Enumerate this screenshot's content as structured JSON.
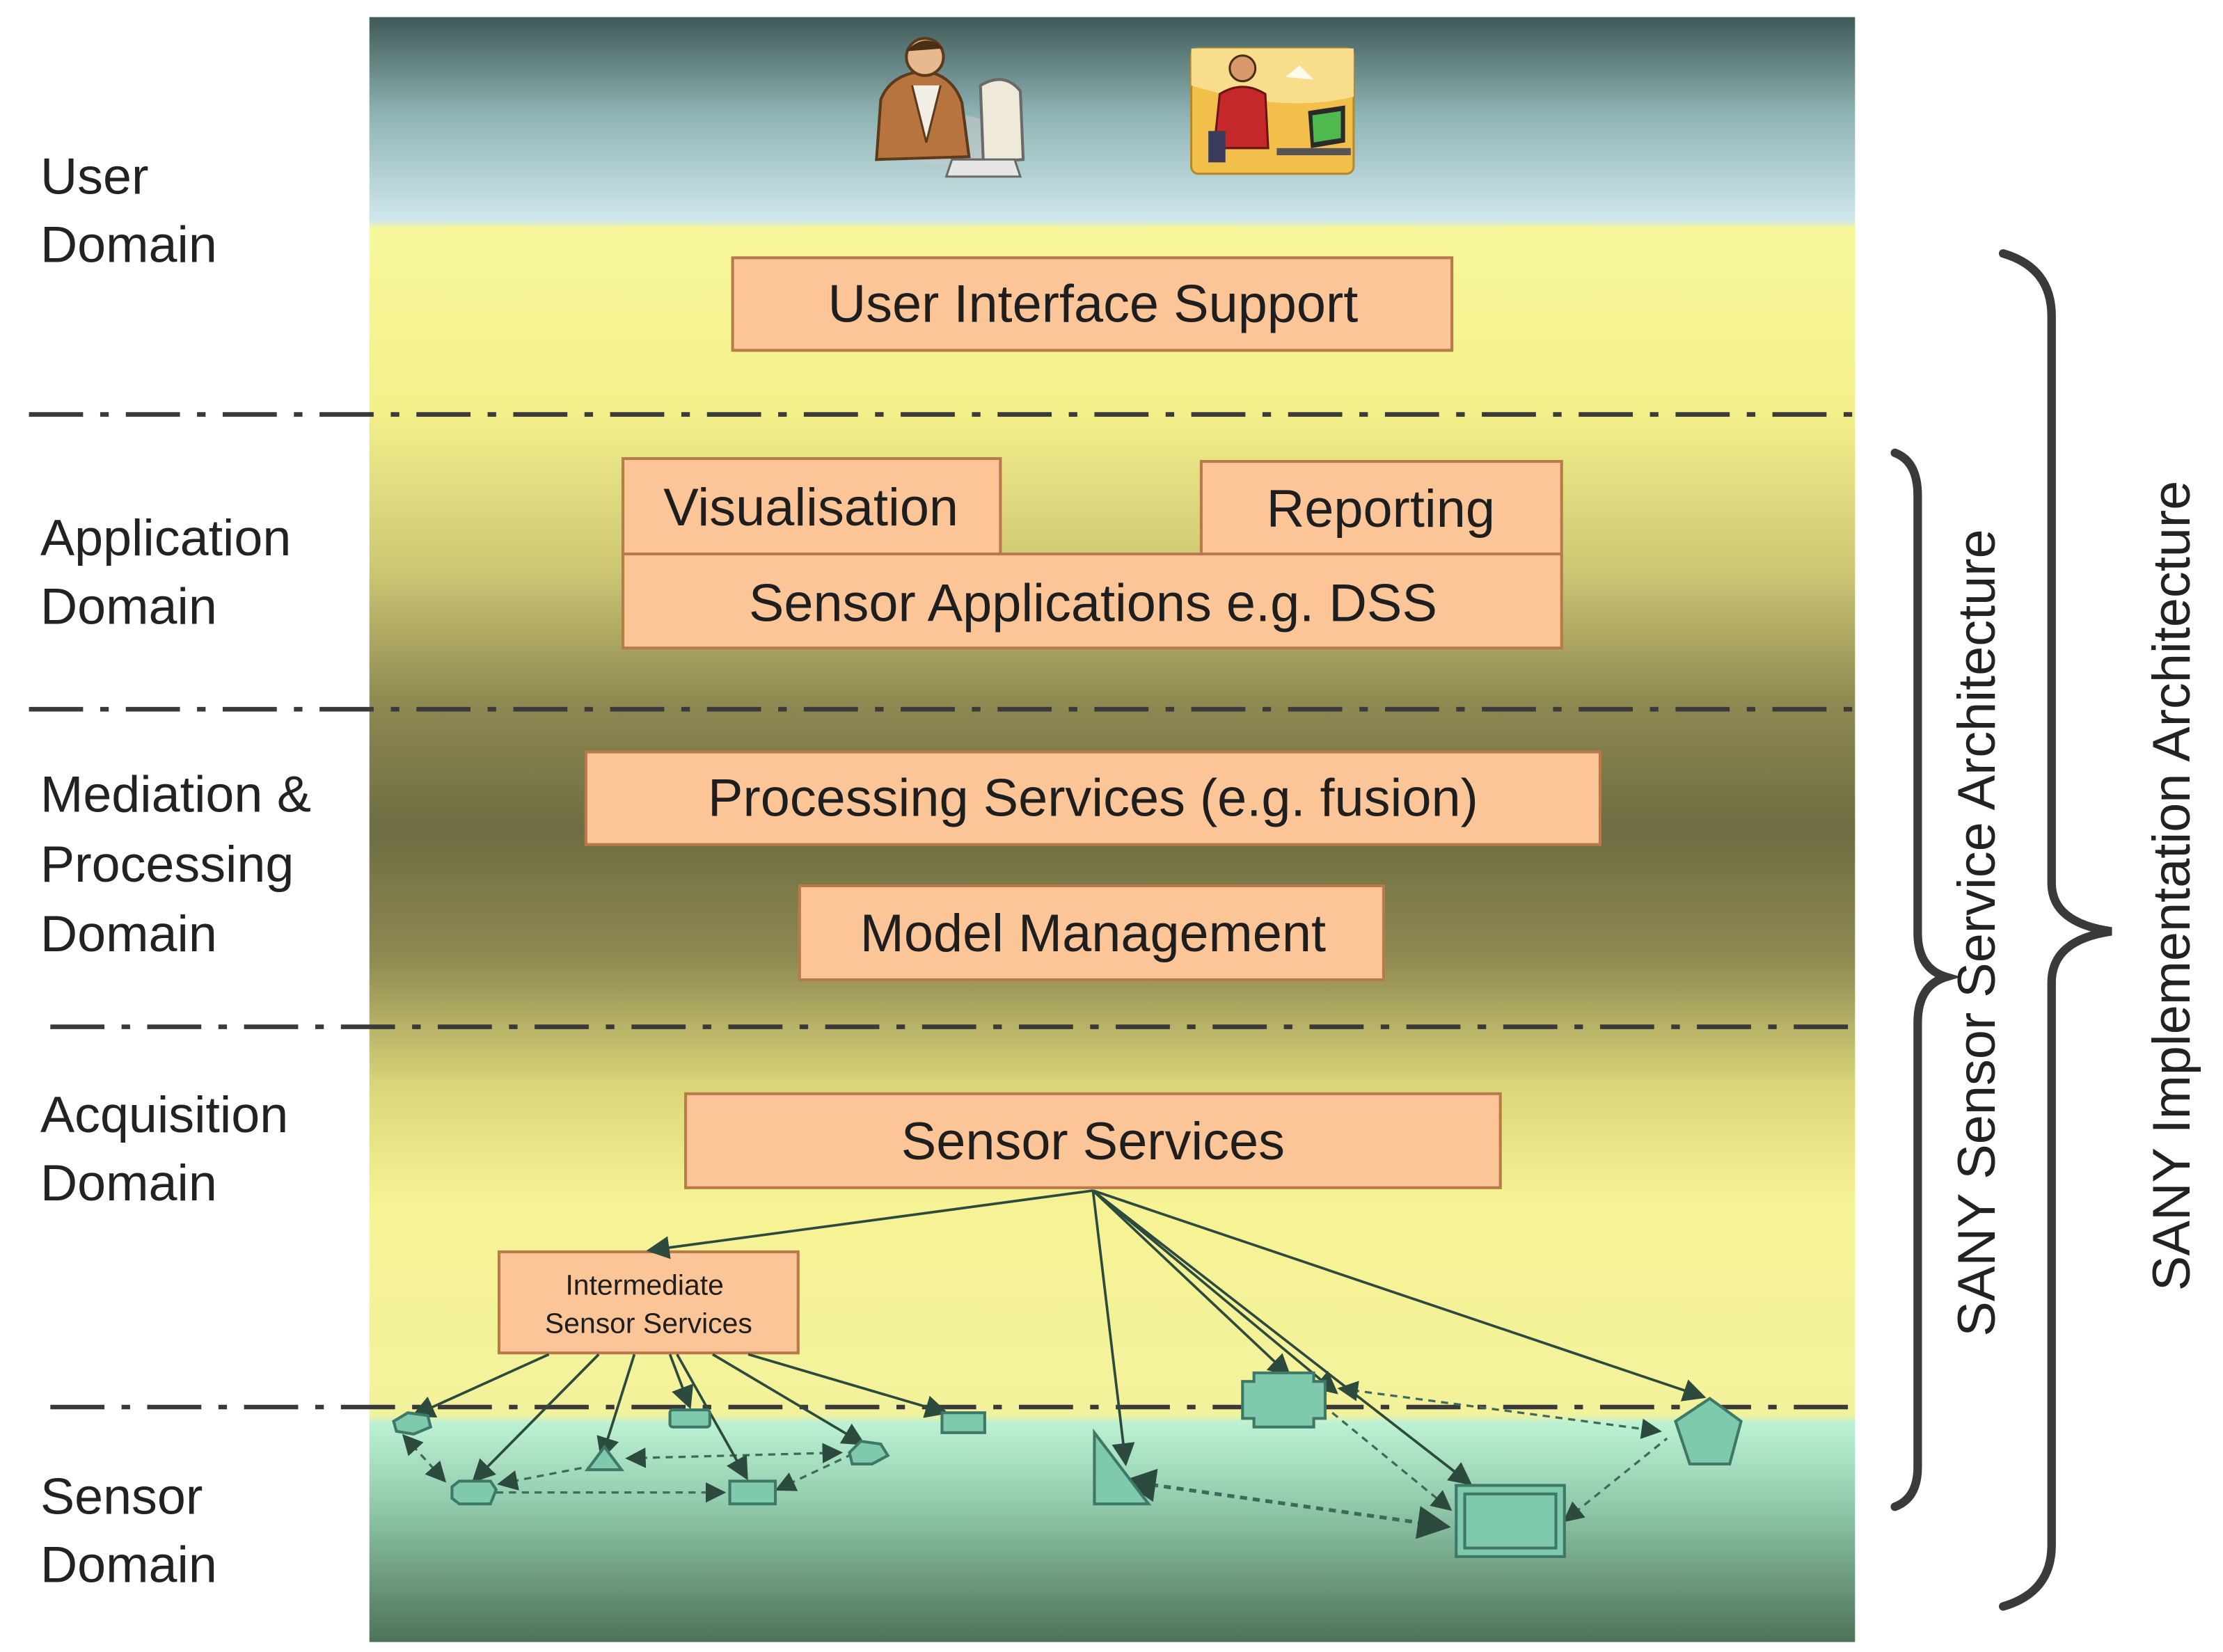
{
  "domains": [
    {
      "lines": [
        "User",
        "Domain"
      ]
    },
    {
      "lines": [
        "Application",
        "Domain"
      ]
    },
    {
      "lines": [
        "Mediation &",
        "Processing",
        "Domain"
      ]
    },
    {
      "lines": [
        "Acquisition",
        "Domain"
      ]
    },
    {
      "lines": [
        "Sensor",
        "Domain"
      ]
    }
  ],
  "boxes": {
    "user_interface_support": "User Interface Support",
    "visualisation": "Visualisation",
    "reporting": "Reporting",
    "sensor_applications": "Sensor Applications e.g. DSS",
    "processing_services": "Processing Services (e.g. fusion)",
    "model_management": "Model Management",
    "sensor_services": "Sensor Services",
    "intermediate_sensor_services": [
      "Intermediate",
      "Sensor Services"
    ]
  },
  "brackets": {
    "sensor_service_architecture": "SANY Sensor Service  Architecture",
    "implementation_architecture": "SANY Implementation Architecture"
  },
  "colors": {
    "box_fill": "#fcc597",
    "box_stroke": "#b87a48",
    "sensor_fill": "#7fc9ad",
    "sensor_stroke": "#3e7866",
    "text": "#222222",
    "divider": "#3a3a3a",
    "bracket": "#3a3a3a"
  },
  "icons": [
    "user-at-desk-icon",
    "user-with-laptop-icon"
  ]
}
